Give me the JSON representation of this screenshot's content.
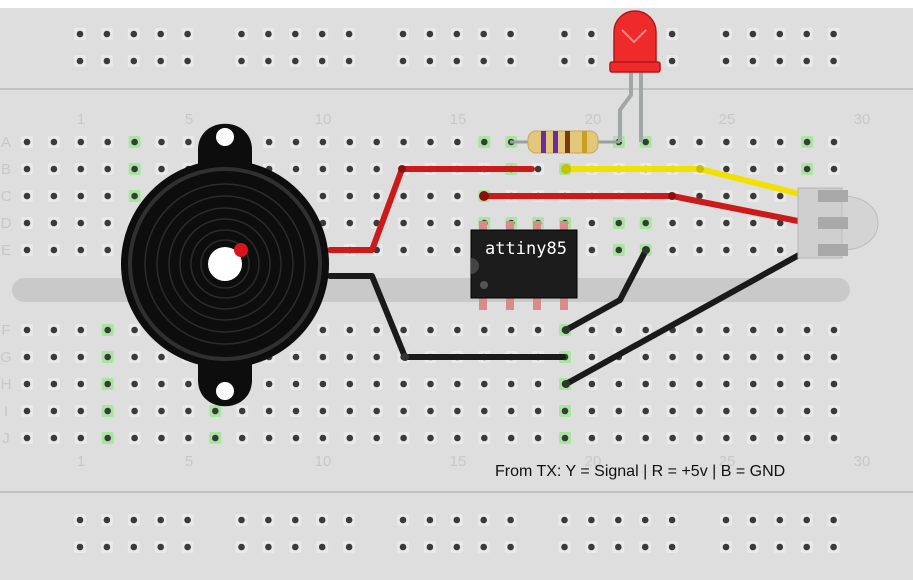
{
  "board": {
    "top_column_numbers": [
      "1",
      "5",
      "10",
      "15",
      "20",
      "25",
      "30"
    ],
    "bottom_column_numbers": [
      "1",
      "5",
      "10",
      "15",
      "20",
      "25",
      "30"
    ],
    "row_letters_top": [
      "A",
      "B",
      "C",
      "D",
      "E"
    ],
    "row_letters_bottom": [
      "F",
      "G",
      "H",
      "I",
      "J"
    ]
  },
  "components": {
    "chip_label": "attiny85",
    "led_color": "#ee2a2a",
    "buzzer_color": "#0d0d0d"
  },
  "wires": {
    "signal_color": "#f2e100",
    "power_color": "#cc1a1a",
    "ground_color": "#1a1a1a"
  },
  "annotation": "From TX: Y = Signal | R = +5v | B = GND"
}
